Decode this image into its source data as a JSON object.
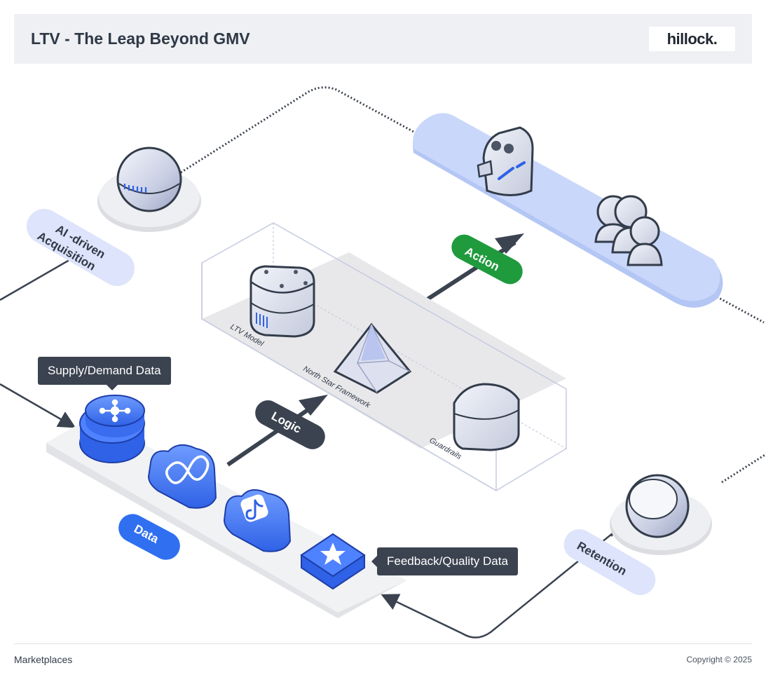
{
  "header": {
    "title": "LTV - The Leap Beyond GMV",
    "brand": "hillock."
  },
  "labels": {
    "ai_acquisition_line1": "AI -driven",
    "ai_acquisition_line2": "Acquisition",
    "retention": "Retention",
    "data": "Data",
    "logic": "Logic",
    "action": "Action",
    "ltv_model": "LTV Model",
    "north_star": "North Star Framework",
    "guardrails": "Guardrails",
    "supply_demand": "Supply/Demand Data",
    "feedback_quality": "Feedback/Quality Data"
  },
  "icons": [
    "sphere-node-icon",
    "robot-icon",
    "users-group-icon",
    "server-cube-icon",
    "pyramid-icon",
    "cylinder-icon",
    "hub-coin-stack-icon",
    "meta-cloud-icon",
    "tiktok-cloud-icon",
    "star-cube-icon"
  ],
  "colors": {
    "accent_blue": "#2f6ff0",
    "action_green": "#1f9a3c",
    "label_dark": "#3b4350",
    "pill_light": "#dde4fb",
    "platform_blue": "#c6d5f8"
  },
  "footer": {
    "left": "Marketplaces",
    "right": "Copyright © 2025"
  }
}
